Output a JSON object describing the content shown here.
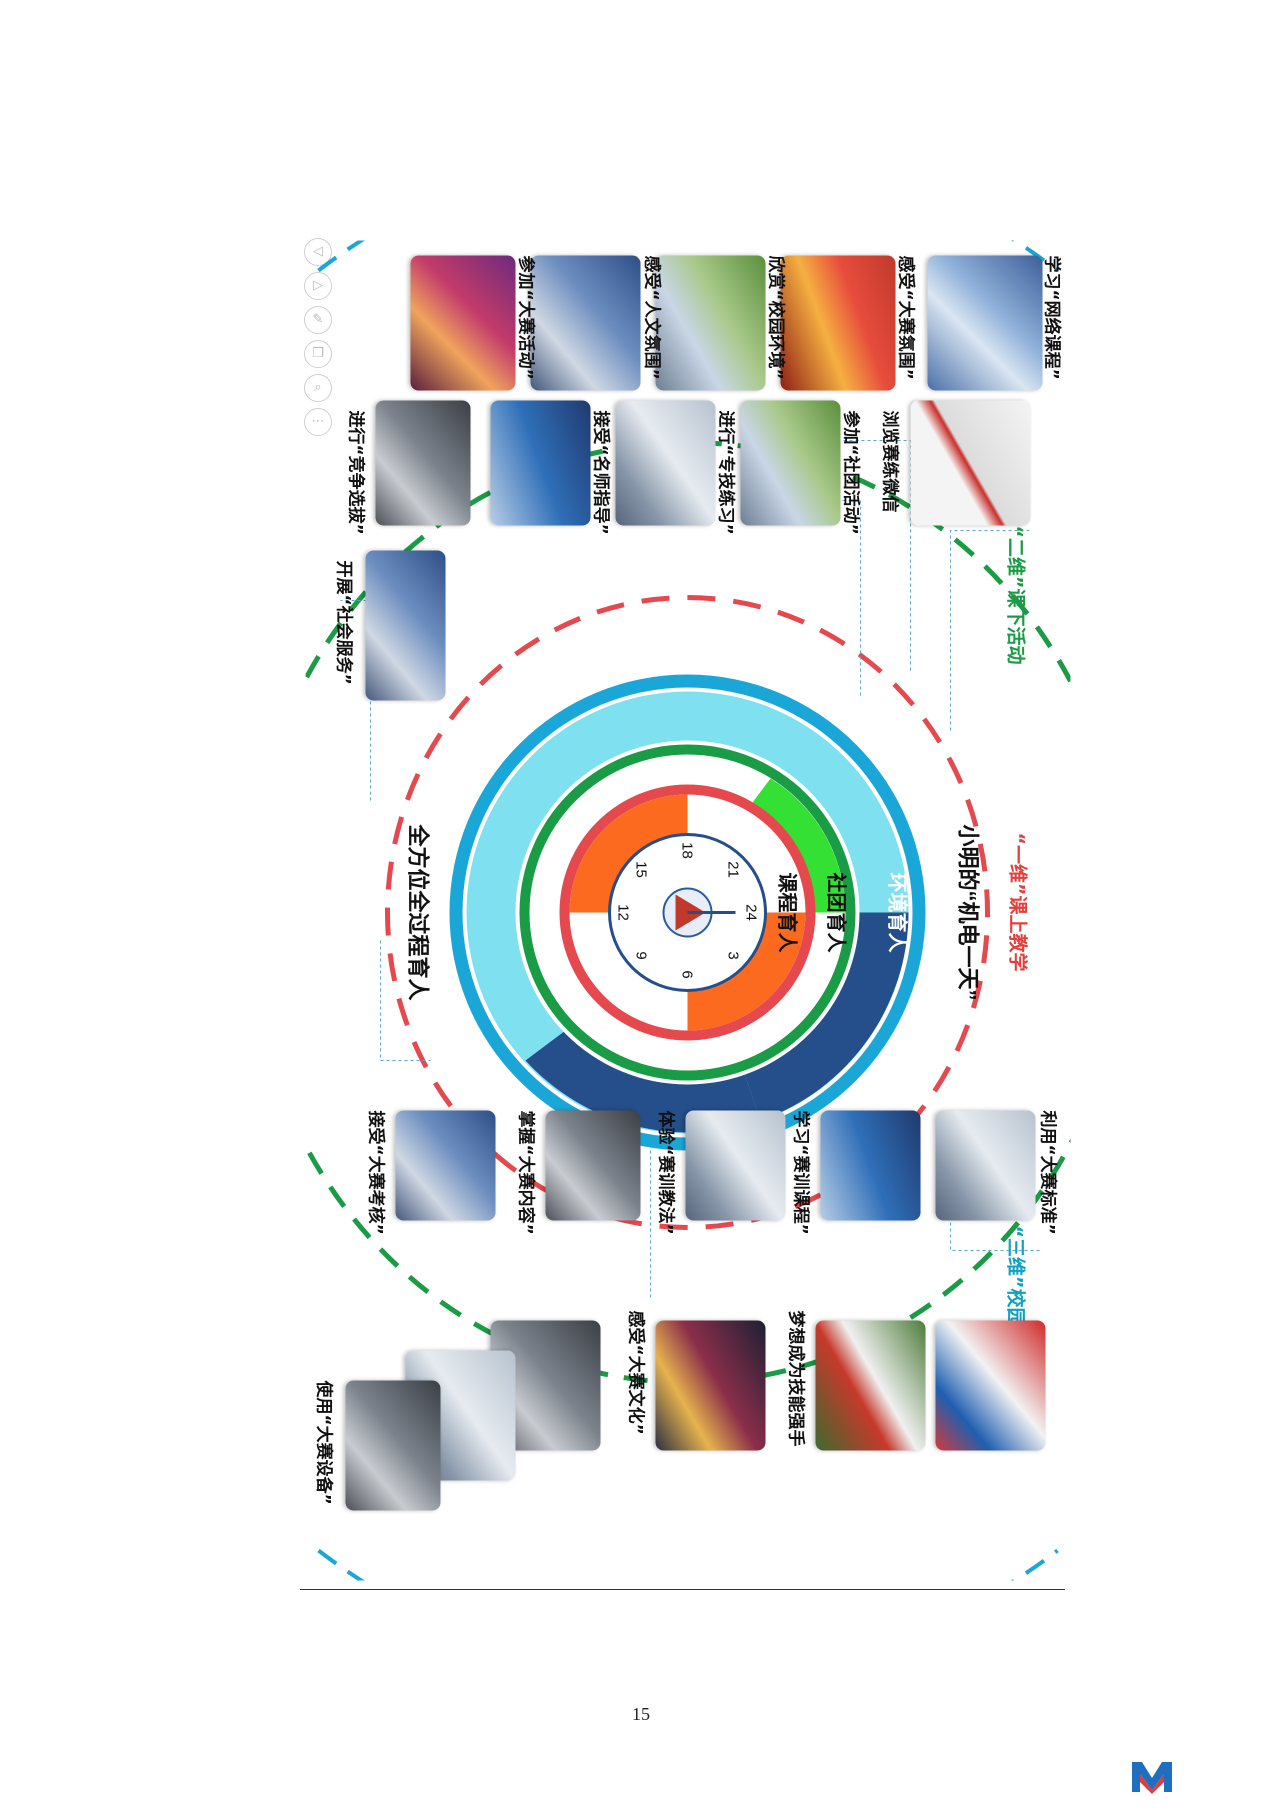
{
  "center": {
    "title": "小明的“机电一天”",
    "ring_env": "环境育人",
    "ring_club": "社团育人",
    "ring_course": "课程育人",
    "bottom_label": "全方位全过程育人",
    "clock_numbers": [
      "24",
      "3",
      "6",
      "9",
      "12",
      "15",
      "18",
      "21"
    ]
  },
  "dimensions": {
    "one": "“一维”课上教学",
    "two": "“二维”课下活动",
    "three": "“三维”校园环境"
  },
  "activities": [
    {
      "label": "学习“网络课程”"
    },
    {
      "label": "感受“大赛氛围”"
    },
    {
      "label": "欣赏“校园环境”"
    },
    {
      "label": "感受“人文氛围”"
    },
    {
      "label": "参加“大赛活动”"
    },
    {
      "label": "浏览赛练微信"
    },
    {
      "label": "参加“社团活动”"
    },
    {
      "label": "进行“专技练习”"
    },
    {
      "label": "接受“名师指导”"
    },
    {
      "label": "进行“竞争选拔”"
    },
    {
      "label": "开展“社会服务”"
    },
    {
      "label": "利用“大赛标准”"
    },
    {
      "label": "学习“赛训课程”"
    },
    {
      "label": "体验“赛训教法”"
    },
    {
      "label": "掌握“大赛内容”"
    },
    {
      "label": "接受“大赛考核”"
    },
    {
      "label": "梦想成为技能强手"
    },
    {
      "label": "感受“大赛文化”"
    },
    {
      "label": "使用“大赛设备”"
    }
  ],
  "colors": {
    "teal": "#1aa7d8",
    "light_teal": "#7fe0f0",
    "navy": "#244f8a",
    "green": "#1a9b45",
    "bright_green": "#33e033",
    "red": "#e5484d",
    "orange": "#fb6a1e"
  },
  "page_number": "15"
}
